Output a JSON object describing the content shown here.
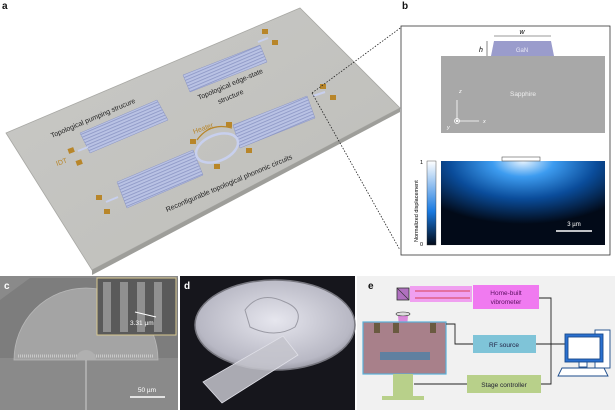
{
  "panels": {
    "a": {
      "letter": "a",
      "labels": {
        "pumping": "Topological pumping strucure",
        "edge_state_1": "Topological edge-state",
        "edge_state_2": "structure",
        "heater": "Heater",
        "idt": "IDT",
        "reconfigurable": "Reconfigurable topological phononic circuits"
      }
    },
    "b": {
      "letter": "b",
      "width_symbol": "w",
      "height_symbol": "h",
      "gan": "GaN",
      "sapphire": "Sapphire",
      "axis_z": "z",
      "axis_x": "x",
      "axis_y": "y",
      "colorbar_label": "Normalized displacement",
      "colorbar_max": "1",
      "colorbar_min": "0",
      "scale_bar": "3 µm"
    },
    "c": {
      "letter": "c",
      "inset_measure": "3.31 µm",
      "scale_bar": "50 µm"
    },
    "d": {
      "letter": "d"
    },
    "e": {
      "letter": "e",
      "vibrometer": "Home-built vibrometer",
      "vibrometer_line1": "Home-built",
      "vibrometer_line2": "vibrometer",
      "rf_source": "RF source",
      "stage_controller": "Stage controller"
    }
  },
  "colors": {
    "gan": "#9a9ccc",
    "sapphire": "#a8a8a8",
    "gold": "#b8862a",
    "vibrometer_box": "#f07af0",
    "laser": "#f0a0f0",
    "rf_box": "#7fc4d8",
    "stage_box": "#b8d08a",
    "panel_e_bg": "#f1f1f1"
  }
}
